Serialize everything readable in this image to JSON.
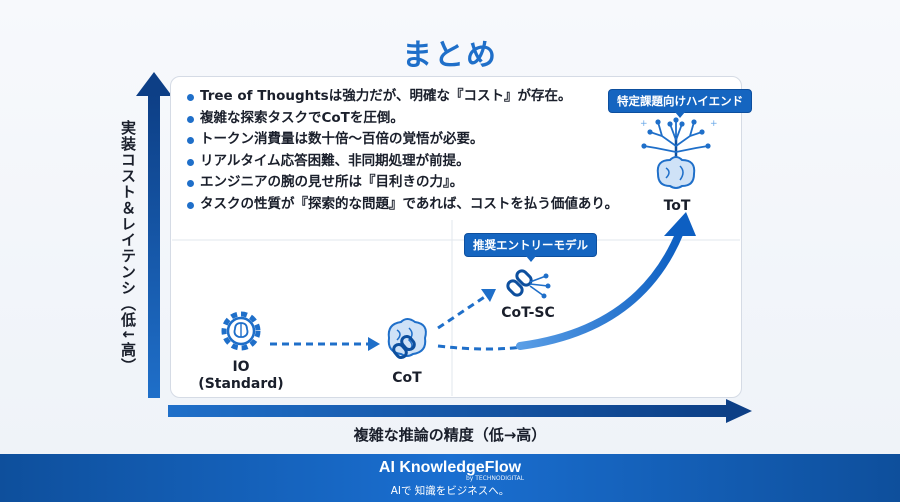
{
  "title": "まとめ",
  "y_axis_label": "実装コスト＆レイテンシ（低↓高）",
  "x_axis_label": "複雑な推論の精度（低→高）",
  "bullets": [
    "Tree of Thoughtsは強力だが、明確な『コスト』が存在。",
    "複雑な探索タスクでCoTを圧倒。",
    "トークン消費量は数十倍～百倍の覚悟が必要。",
    "リアルタイム応答困難、非同期処理が前提。",
    "エンジニアの腕の見せ所は『目利きの力』。",
    "タスクの性質が『探索的な問題』であれば、コストを払う価値あり。"
  ],
  "nodes": {
    "io": {
      "label_line1": "IO",
      "label_line2": "(Standard)",
      "icon": "gear-brain-icon"
    },
    "cot": {
      "label": "CoT",
      "icon": "brain-chain-icon"
    },
    "cotsc": {
      "label": "CoT-SC",
      "icon": "chain-branch-icon"
    },
    "tot": {
      "label": "ToT",
      "icon": "brain-tree-icon"
    }
  },
  "tags": {
    "cotsc": "推奨エントリーモデル",
    "tot": "特定課題向けハイエンド"
  },
  "footer": {
    "brand": "AI KnowledgeFlow",
    "by": "by TECHNODIGITAL",
    "tagline": "AIで 知識をビジネスへ。"
  },
  "colors": {
    "primary": "#1f6fc9",
    "dark_blue": "#0d4f9e",
    "footer_bg": "#1565c0"
  }
}
